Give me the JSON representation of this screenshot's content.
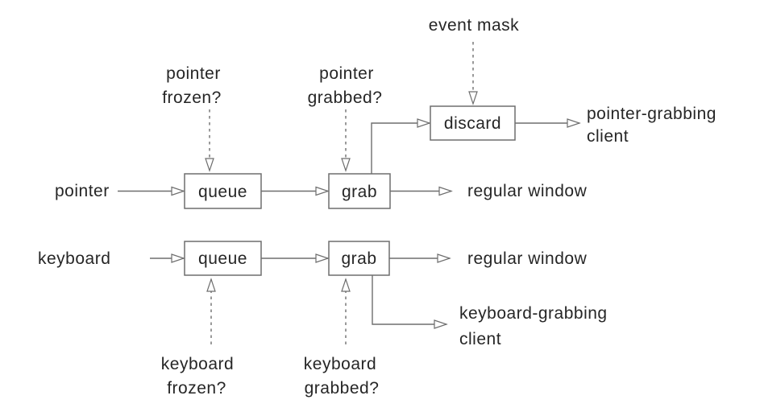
{
  "diagram": {
    "background": "#ffffff",
    "line_color": "#6e6e6e",
    "text_color": "#262626",
    "nodes": {
      "pointer_queue": "queue",
      "pointer_grab": "grab",
      "discard": "discard",
      "keyboard_queue": "queue",
      "keyboard_grab": "grab"
    },
    "sources": {
      "pointer": "pointer",
      "keyboard": "keyboard"
    },
    "destinations": {
      "pointer_regular_window": "regular window",
      "keyboard_regular_window": "regular window",
      "pointer_grabbing_client": {
        "line1": "pointer-grabbing",
        "line2": "client"
      },
      "keyboard_grabbing_client": {
        "line1": "keyboard-grabbing",
        "line2": "client"
      }
    },
    "annotations": {
      "event_mask": "event mask",
      "pointer_frozen": {
        "line1": "pointer",
        "line2": "frozen?"
      },
      "pointer_grabbed": {
        "line1": "pointer",
        "line2": "grabbed?"
      },
      "keyboard_frozen": {
        "line1": "keyboard",
        "line2": "frozen?"
      },
      "keyboard_grabbed": {
        "line1": "keyboard",
        "line2": "grabbed?"
      }
    },
    "edges": [
      {
        "from": "pointer",
        "to": "queue",
        "style": "solid"
      },
      {
        "from": "queue",
        "to": "grab",
        "style": "solid"
      },
      {
        "from": "grab",
        "to": "regular window",
        "style": "solid"
      },
      {
        "from": "grab",
        "to": "discard",
        "style": "solid"
      },
      {
        "from": "discard",
        "to": "pointer-grabbing client",
        "style": "solid"
      },
      {
        "from": "keyboard",
        "to": "queue",
        "style": "solid"
      },
      {
        "from": "queue",
        "to": "grab",
        "style": "solid"
      },
      {
        "from": "grab",
        "to": "regular window",
        "style": "solid"
      },
      {
        "from": "grab",
        "to": "keyboard-grabbing client",
        "style": "solid"
      },
      {
        "from": "pointer frozen?",
        "to": "queue",
        "style": "dashed"
      },
      {
        "from": "pointer grabbed?",
        "to": "grab",
        "style": "dashed"
      },
      {
        "from": "event mask",
        "to": "discard",
        "style": "dashed"
      },
      {
        "from": "keyboard frozen?",
        "to": "queue",
        "style": "dashed"
      },
      {
        "from": "keyboard grabbed?",
        "to": "grab",
        "style": "dashed"
      }
    ]
  }
}
